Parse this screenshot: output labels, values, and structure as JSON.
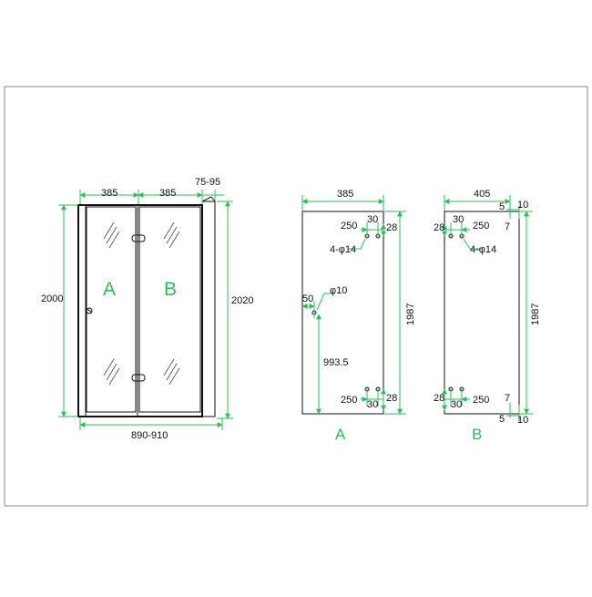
{
  "colors": {
    "dimension": "#2ebd5a",
    "line": "#111111",
    "background": "#ffffff"
  },
  "front_view": {
    "width_left": "385",
    "width_right": "385",
    "wall_adjust": "75-95",
    "height_glass": "2000",
    "height_total": "2020",
    "total_width": "890-910",
    "panel_a": "A",
    "panel_b": "B"
  },
  "panel_a_drawing": {
    "width": "385",
    "hinge_offset_top": "250",
    "hole_spacing_top": "30",
    "edge_top": "28",
    "holes": "4-φ14",
    "handle_hole": "φ10",
    "handle_edge": "50",
    "handle_height": "993.5",
    "height": "1987",
    "hinge_offset_bottom": "250",
    "hole_spacing_bottom": "30",
    "edge_bottom": "28",
    "label": "A"
  },
  "panel_b_drawing": {
    "width": "405",
    "top_right_10": "10",
    "top_right_5": "5",
    "top_right_7": "7",
    "edge_top": "28",
    "hole_spacing_top": "30",
    "hinge_offset_top": "250",
    "holes": "4-φ14",
    "height": "1987",
    "edge_bottom": "28",
    "hole_spacing_bottom": "30",
    "hinge_offset_bottom": "250",
    "bottom_right_7": "7",
    "bottom_right_5": "5",
    "bottom_right_10": "10",
    "label": "B"
  }
}
